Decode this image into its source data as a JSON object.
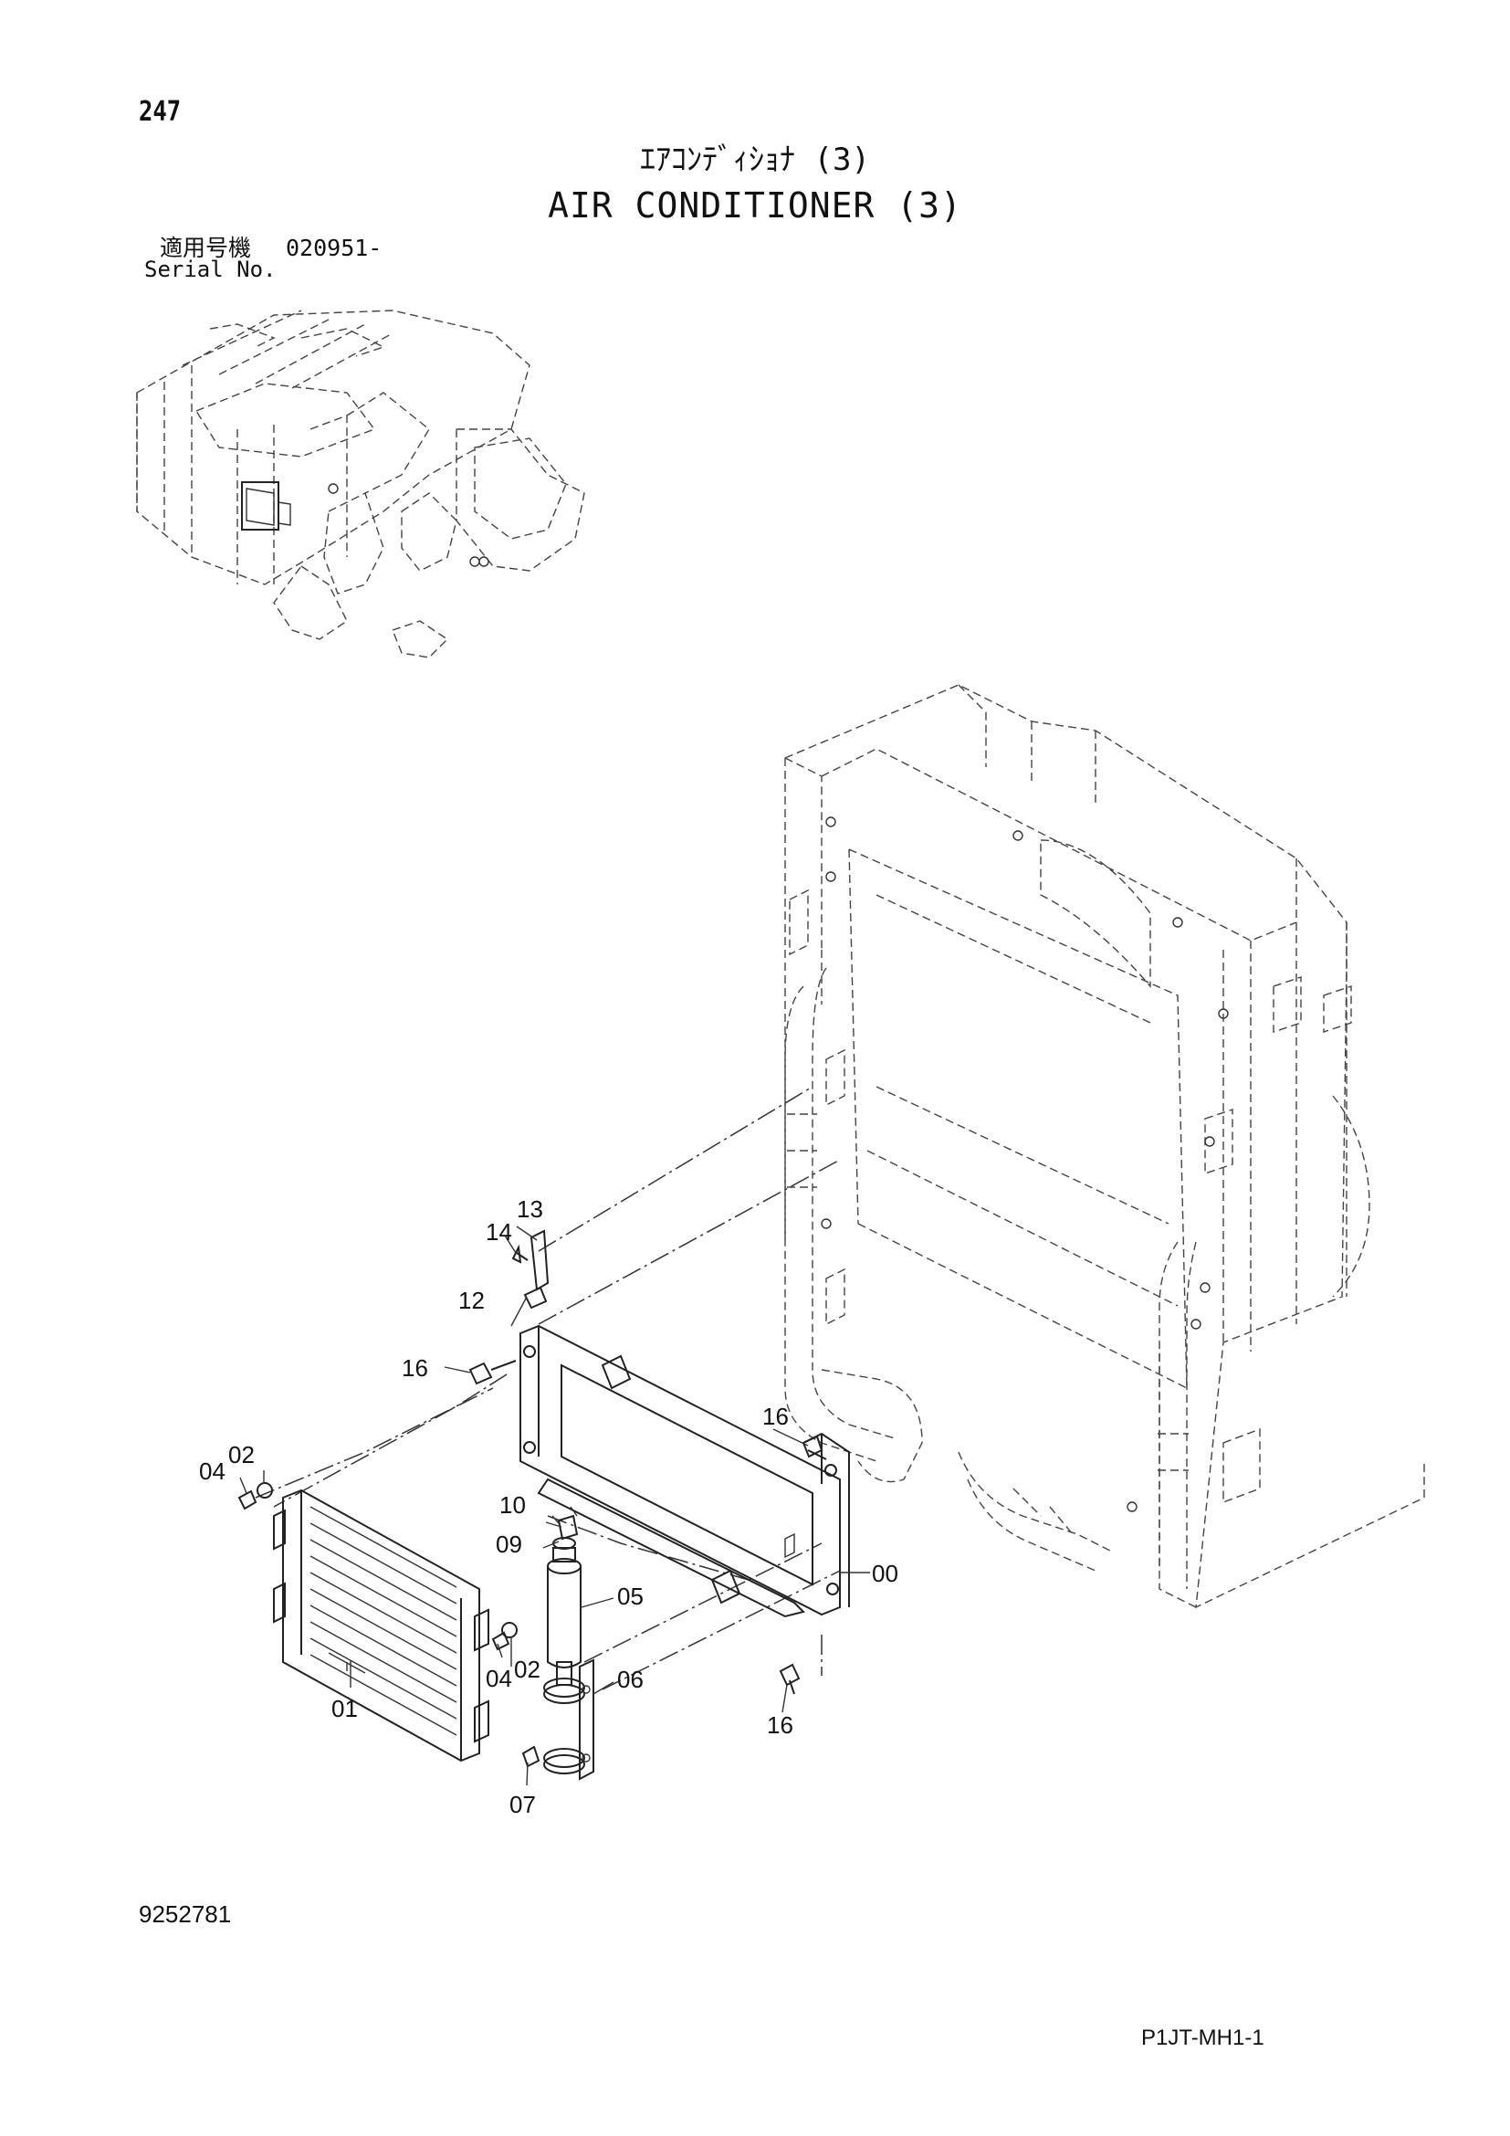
{
  "page": {
    "number": "247",
    "title_jp": "ｴｱｺﾝﾃﾞｨｼｮﾅ (3)",
    "title_en": "AIR CONDITIONER (3)",
    "serial_label_jp": "適用号機",
    "serial_value": "020951-",
    "serial_label_en": "Serial No.",
    "drawing_number": "9252781",
    "sheet_code": "P1JT-MH1-1"
  },
  "callouts": {
    "c00": "00",
    "c01": "01",
    "c02a": "02",
    "c02b": "02",
    "c04a": "04",
    "c04b": "04",
    "c05": "05",
    "c06": "06",
    "c07": "07",
    "c09": "09",
    "c10": "10",
    "c12": "12",
    "c13": "13",
    "c14": "14",
    "c16a": "16",
    "c16b": "16",
    "c16c": "16"
  }
}
